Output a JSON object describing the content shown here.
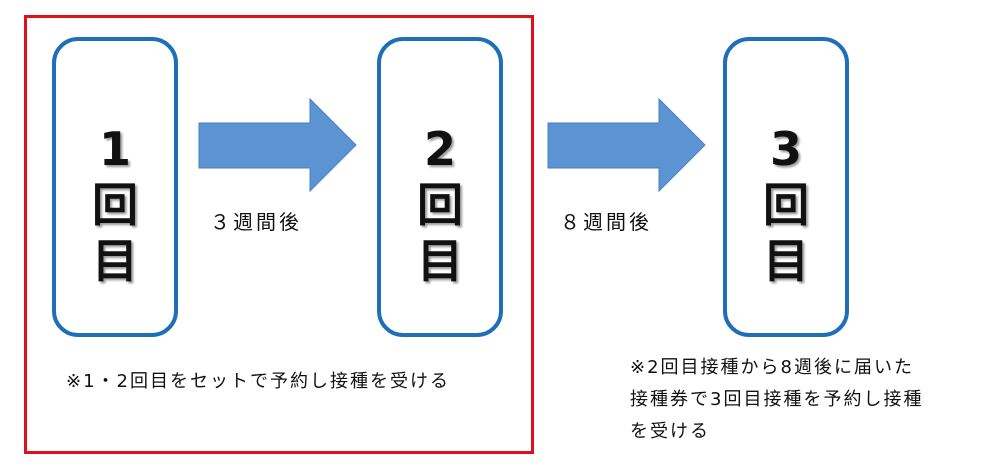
{
  "doses": [
    {
      "number": "1",
      "chars": [
        "回",
        "目"
      ]
    },
    {
      "number": "2",
      "chars": [
        "回",
        "目"
      ]
    },
    {
      "number": "3",
      "chars": [
        "回",
        "目"
      ]
    }
  ],
  "intervals": [
    "３週間後",
    "８週間後"
  ],
  "notes": {
    "set_booking": "※1・2回目をセットで予約し接種を受ける",
    "third_dose": [
      "※2回目接種から8週後に届いた",
      "接種券で3回目接種を予約し接種",
      "を受ける"
    ]
  },
  "colors": {
    "frame": "#e0101a",
    "box": "#1f6fb8",
    "arrow": "#5b93d3"
  }
}
